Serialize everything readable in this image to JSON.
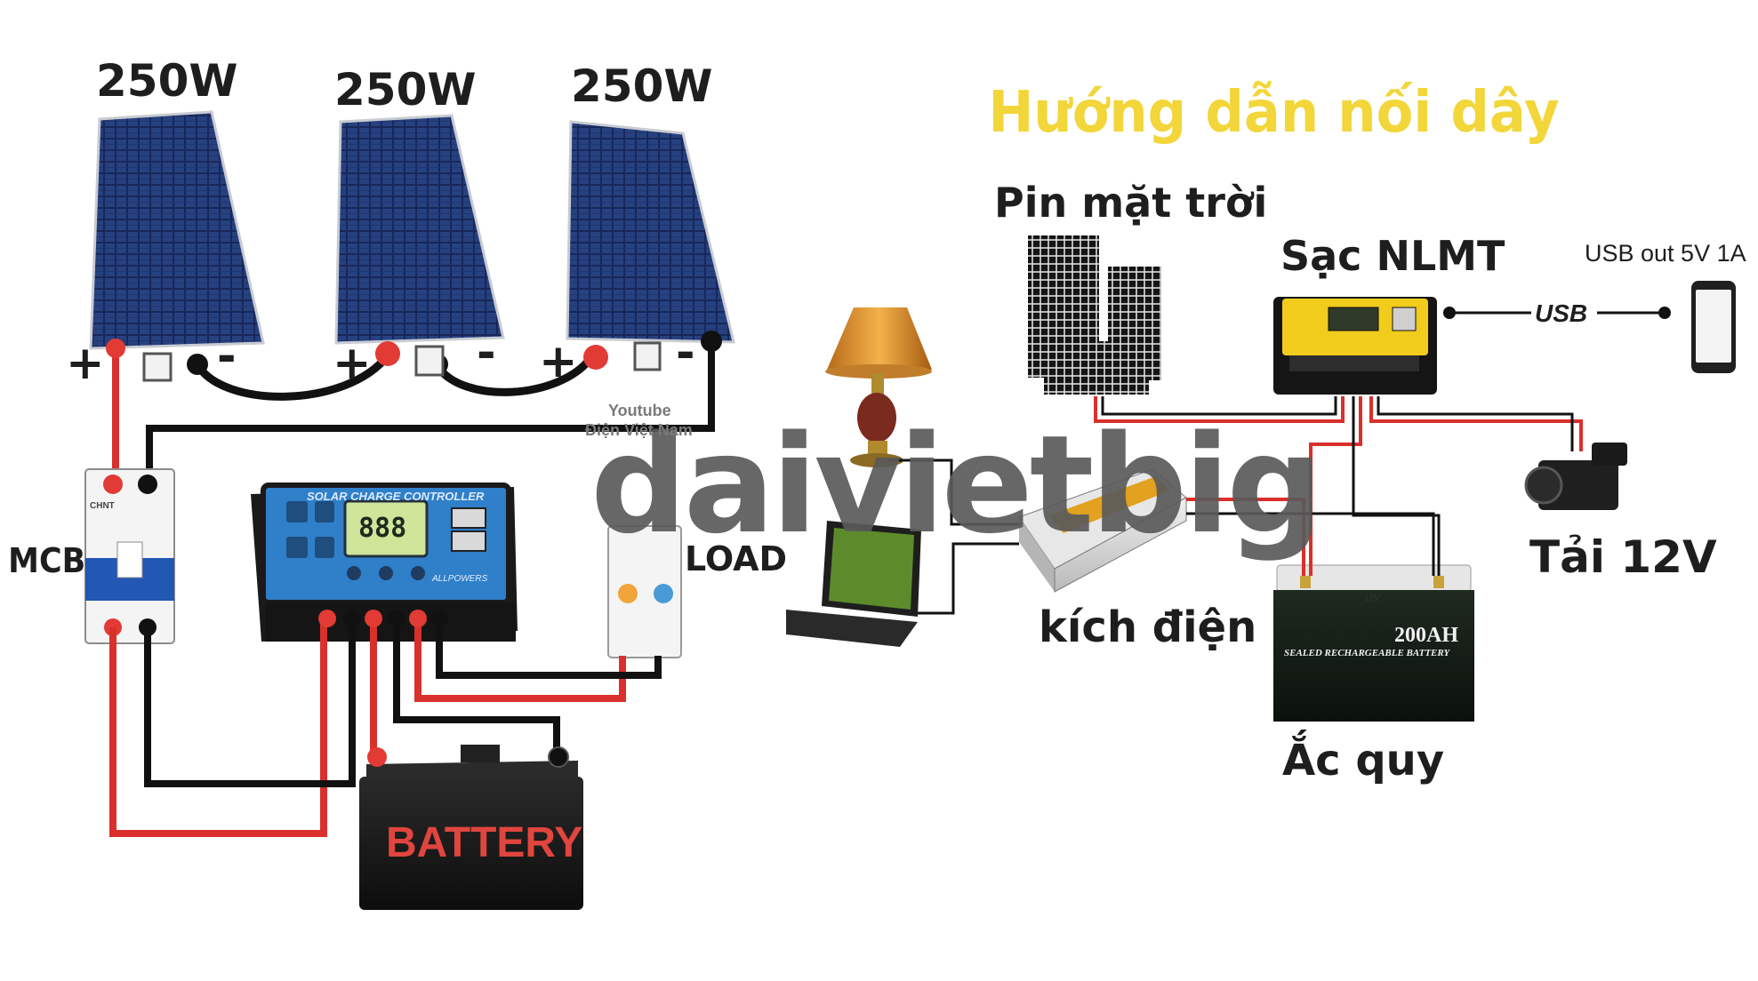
{
  "left_diagram": {
    "panel_labels": [
      "250W",
      "250W",
      "250W"
    ],
    "plus_sign": "+",
    "minus_sign": "-",
    "mcb_label": "MCB",
    "load_label": "LOAD",
    "mcb_brand": "CHNT",
    "controller_title": "SOLAR CHARGE CONTROLLER",
    "controller_display": "888",
    "controller_brand": "ALLPOWERS",
    "battery_label": "BATTERY",
    "credit_line1": "Youtube",
    "credit_line2": "Điện Việt Nam"
  },
  "right_diagram": {
    "title": "Hướng dẫn nối dây",
    "pin_label": "Pin mặt trời",
    "controller_label": "Sạc NLMT",
    "usb_out_label": "USB out 5V 1A",
    "usb_cable_text": "USB",
    "load_label": "Tải 12V",
    "inverter_label": "kích điện",
    "battery_label": "Ắc quy",
    "battery_capacity": "200AH",
    "battery_subtitle": "SEALED RECHARGEABLE BATTERY",
    "battery_voltage": "12V"
  },
  "watermark": "daivietbig",
  "colors": {
    "title_yellow": "#f2d63a",
    "wire_red": "#d9302c",
    "wire_black": "#111111",
    "controller_blue": "#2f7fc9",
    "battery_red_text": "#e0453e",
    "watermark_gray": "#5a5a5a"
  }
}
